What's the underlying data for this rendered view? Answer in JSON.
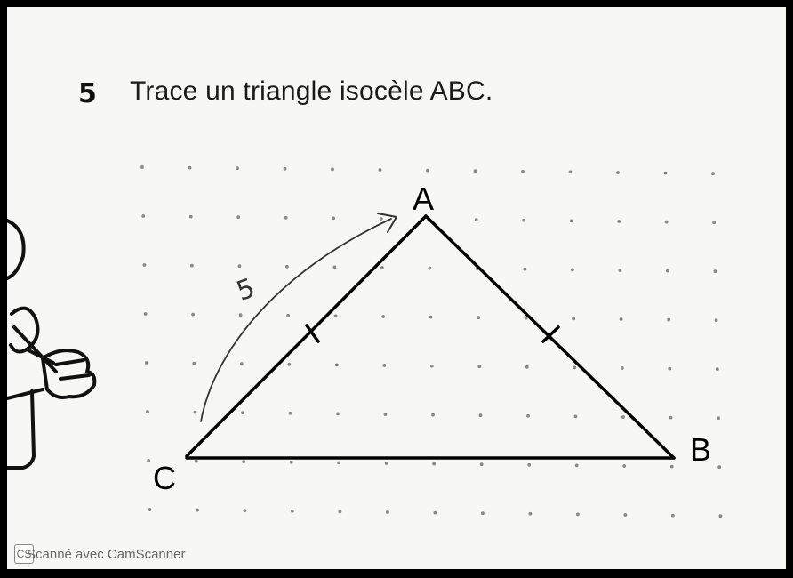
{
  "exercise": {
    "number": "5",
    "instruction": "Trace un triangle isocèle ABC."
  },
  "diagram": {
    "vertices": [
      {
        "id": "A",
        "label": "A"
      },
      {
        "id": "B",
        "label": "B"
      },
      {
        "id": "C",
        "label": "C"
      }
    ],
    "sides": [
      {
        "from": "C",
        "to": "A",
        "tick_mark": true
      },
      {
        "from": "A",
        "to": "B",
        "tick_mark": true
      },
      {
        "from": "C",
        "to": "B",
        "tick_mark": false
      }
    ],
    "annotation": {
      "length_label": "5",
      "arrow": "curved arrow from C towards A"
    },
    "grid": "dotted",
    "colors": {
      "ink": "#000000",
      "pencil": "#333333",
      "dots": "#888888",
      "paper": "#f7f7f5"
    }
  },
  "footer": {
    "logo_text": "CS",
    "watermark_text": "Scanné avec CamScanner"
  }
}
